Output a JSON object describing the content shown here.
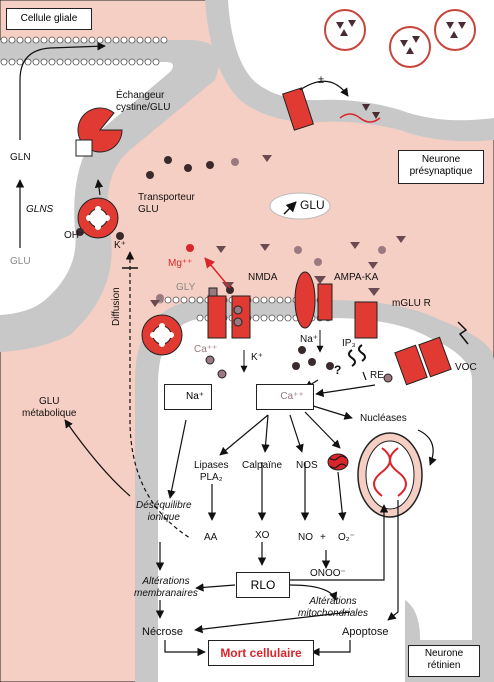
{
  "colors": {
    "background": "#f6cfc4",
    "membrane": "#c8c8c8",
    "receptor": "#e03a33",
    "accent": "#d8262b",
    "vesicle_border": "#c7453c",
    "dark_dot": "#3a2a2c",
    "mauve": "#9a7a80"
  },
  "cells": {
    "glial": "Cellule gliale",
    "presynaptic_1": "Neurone",
    "presynaptic_2": "présynaptique",
    "retinal_1": "Neurone",
    "retinal_2": "rétinien"
  },
  "transport": {
    "exchanger_1": "Échangeur",
    "exchanger_2": "cystine/GLU",
    "transporter_1": "Transporteur",
    "transporter_2": "GLU",
    "pm": "±"
  },
  "glia_cycle": {
    "gln": "GLN",
    "glns": "GLNS",
    "glu": "GLU",
    "oh": "OH⁻",
    "k": "K⁺"
  },
  "glu_release": "GLU",
  "receptors": {
    "nmda": "NMDA",
    "ampa": "AMPA-KA",
    "mglur": "mGLU R",
    "voc": "VOC",
    "gly": "GLY",
    "mg": "Mg⁺⁺"
  },
  "ions": {
    "ca_in": "Ca⁺⁺",
    "k_out": "K⁺",
    "na_in": "Na⁺",
    "ip3": "IP₃",
    "re": "RE",
    "question": "?"
  },
  "diffusion": "Diffusion",
  "cascade": {
    "na_box": "Na⁺",
    "ca_box": "Ca⁺⁺",
    "nucleases": "Nucléases",
    "lipases_1": "Lipases",
    "lipases_2": "PLA₂",
    "calpaine": "Calpaïne",
    "nos": "NOS",
    "desequilibre_1": "Déséquilibre",
    "desequilibre_2": "ionique",
    "aa": "AA",
    "xo": "XO",
    "no": "NO",
    "plus": "+",
    "o2": "O₂⁻",
    "onoo": "ONOO⁻",
    "rlo": "RLO",
    "alter_memb_1": "Altérations",
    "alter_memb_2": "membranaires",
    "alter_mito_1": "Altérations",
    "alter_mito_2": "mitochondriales",
    "necrose": "Nécrose",
    "apoptose": "Apoptose",
    "mort": "Mort cellulaire",
    "glu_metab_1": "GLU",
    "glu_metab_2": "métabolique"
  }
}
